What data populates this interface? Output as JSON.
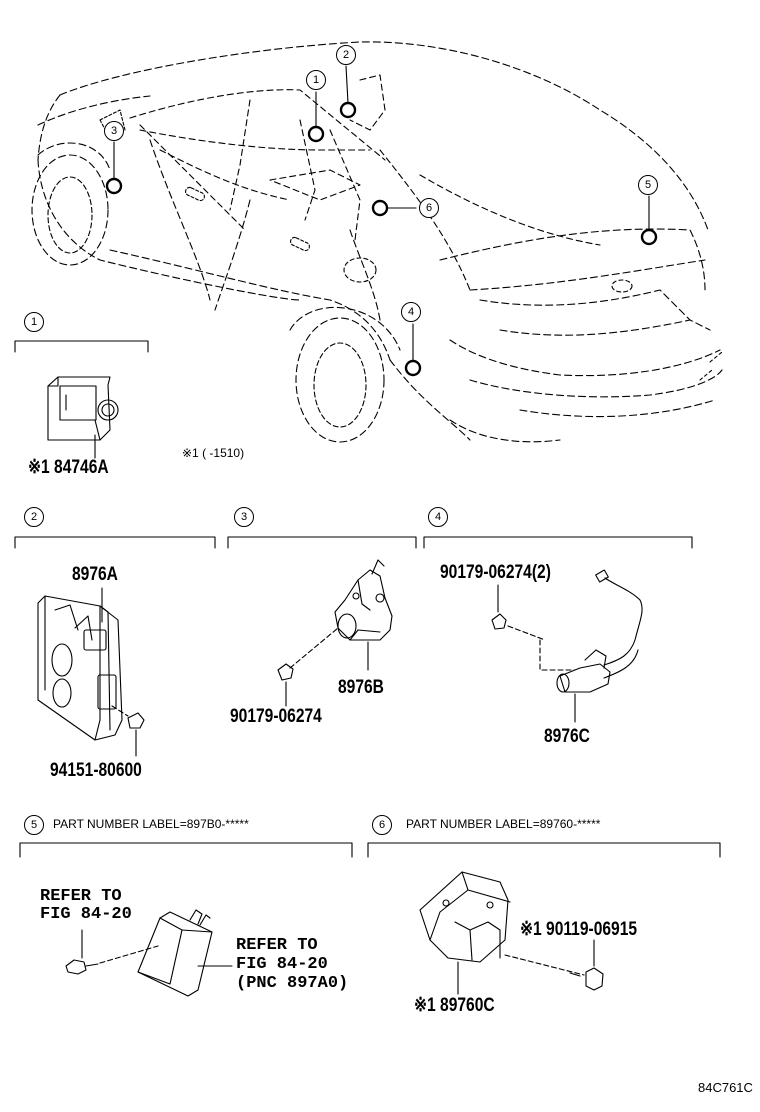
{
  "callouts": [
    "1",
    "2",
    "3",
    "4",
    "5",
    "6"
  ],
  "sections": {
    "s1": {
      "num": "1",
      "parts": [
        "※1 84746A"
      ],
      "note": "※1 (   -1510)"
    },
    "s2": {
      "num": "2",
      "parts": [
        "8976A",
        "94151-80600"
      ]
    },
    "s3": {
      "num": "3",
      "parts": [
        "90179-06274",
        "8976B"
      ]
    },
    "s4": {
      "num": "4",
      "parts": [
        "90179-06274(2)",
        "8976C"
      ]
    },
    "s5": {
      "num": "5",
      "label": "PART NUMBER LABEL=897B0-*****",
      "refer1": [
        "REFER TO",
        "FIG 84-20"
      ],
      "refer2": [
        "REFER TO",
        "FIG 84-20",
        "(PNC 897A0)"
      ]
    },
    "s6": {
      "num": "6",
      "label": "PART NUMBER LABEL=89760-*****",
      "parts": [
        "※1 90119-06915",
        "※1 89760C"
      ]
    }
  },
  "figure_id": "84C761C"
}
